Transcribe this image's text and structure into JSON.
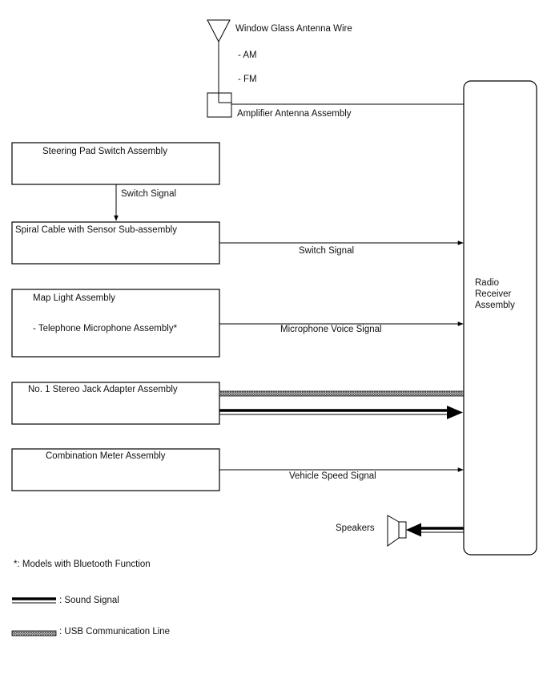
{
  "antenna": {
    "title": "Window Glass Antenna Wire",
    "items": [
      "- AM",
      "- FM"
    ],
    "amplifier": "Amplifier Antenna Assembly"
  },
  "boxes": {
    "steering_pad": "Steering Pad Switch Assembly",
    "spiral_cable": "Spiral Cable with Sensor Sub-assembly",
    "map_light": "Map Light Assembly",
    "telephone_mic": "- Telephone Microphone Assembly*",
    "stereo_jack": "No. 1 Stereo Jack Adapter Assembly",
    "combination_meter": "Combination Meter Assembly"
  },
  "radio": [
    "Radio",
    "Receiver",
    "Assembly"
  ],
  "signals": {
    "switch_signal_down": "Switch Signal",
    "switch_signal_right": "Switch Signal",
    "microphone_voice": "Microphone Voice Signal",
    "vehicle_speed": "Vehicle Speed Signal"
  },
  "speakers": "Speakers",
  "notes": {
    "bluetooth": "*: Models with Bluetooth Function",
    "sound_signal": ": Sound Signal",
    "usb_line": ": USB Communication Line"
  },
  "colors": {
    "line": "#000000",
    "background": "#ffffff"
  }
}
